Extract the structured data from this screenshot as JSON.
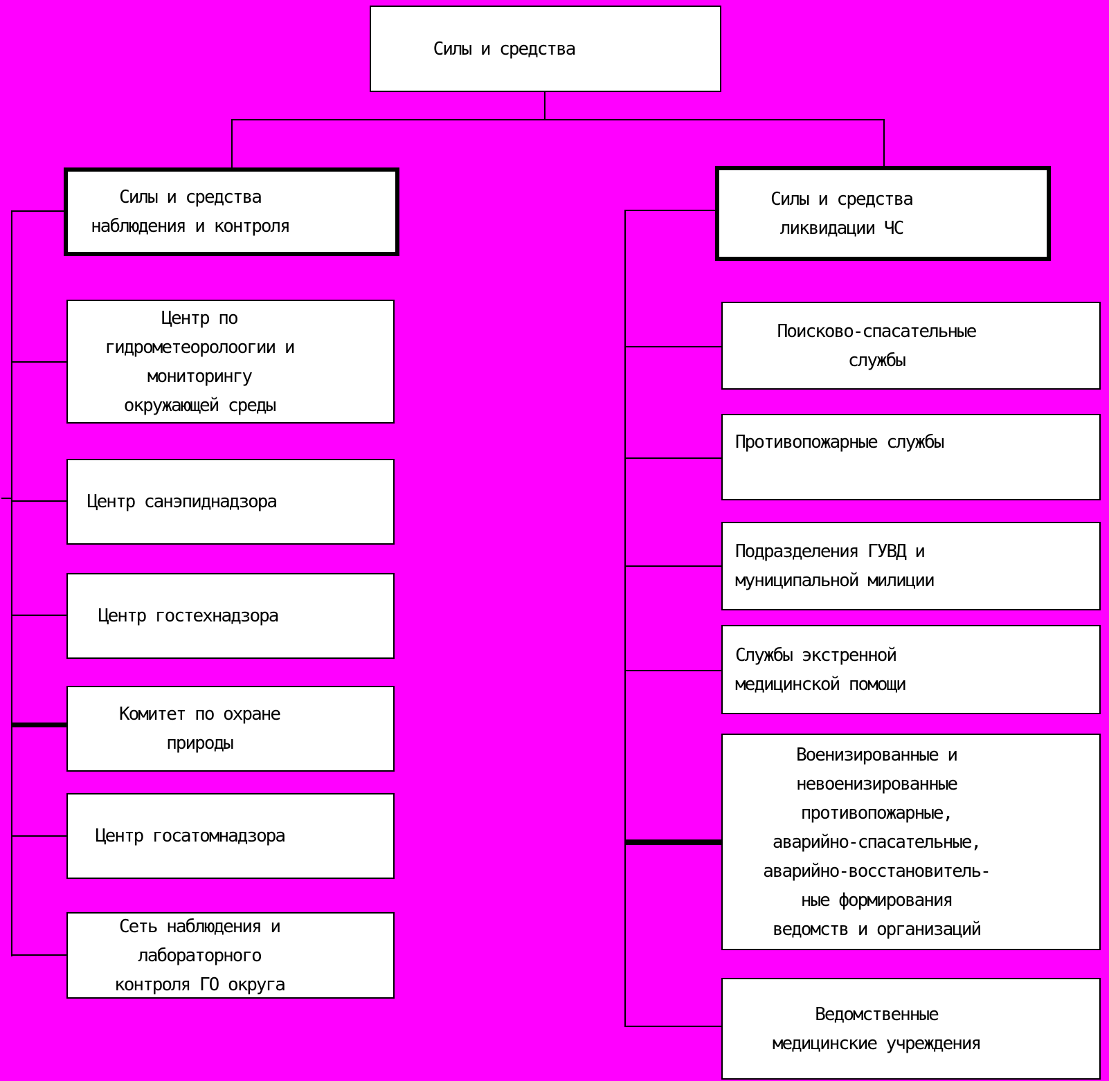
{
  "slide": {
    "type": "org-chart",
    "background_color": "#ff00ff",
    "box_fill": "#ffffff",
    "line_color": "#000000"
  },
  "root": {
    "label": "Силы и средства"
  },
  "left_branch": {
    "header": {
      "label": "Силы и средства\nнаблюдения и контроля"
    },
    "items": [
      {
        "label": "Центр по\nгидрометеоролоогии и\nмониторингу\nокружающей среды"
      },
      {
        "label": "Центр санэпиднадзора"
      },
      {
        "label": "Центр гостехнадзора"
      },
      {
        "label": "Комитет по охране\nприроды"
      },
      {
        "label": "Центр госатомнадзора"
      },
      {
        "label": "Сеть наблюдения и\nлабораторного\nконтроля ГО округа"
      }
    ]
  },
  "right_branch": {
    "header": {
      "label": "Силы и средства\nликвидации ЧС"
    },
    "items": [
      {
        "label": "Поисково-спасательные\nслужбы"
      },
      {
        "label": "Противопожарные службы"
      },
      {
        "label": "Подразделения ГУВД и\nмуниципальной милиции"
      },
      {
        "label": "Службы экстренной\nмедицинской помощи"
      },
      {
        "label": "Военизированные и\nневоенизированные\nпротивопожарные,\nаварийно-спасательные,\nаварийно-восстановитель-\nные формирования\nведомств и организаций"
      },
      {
        "label": "Ведомственные\nмедицинские учреждения"
      }
    ]
  }
}
